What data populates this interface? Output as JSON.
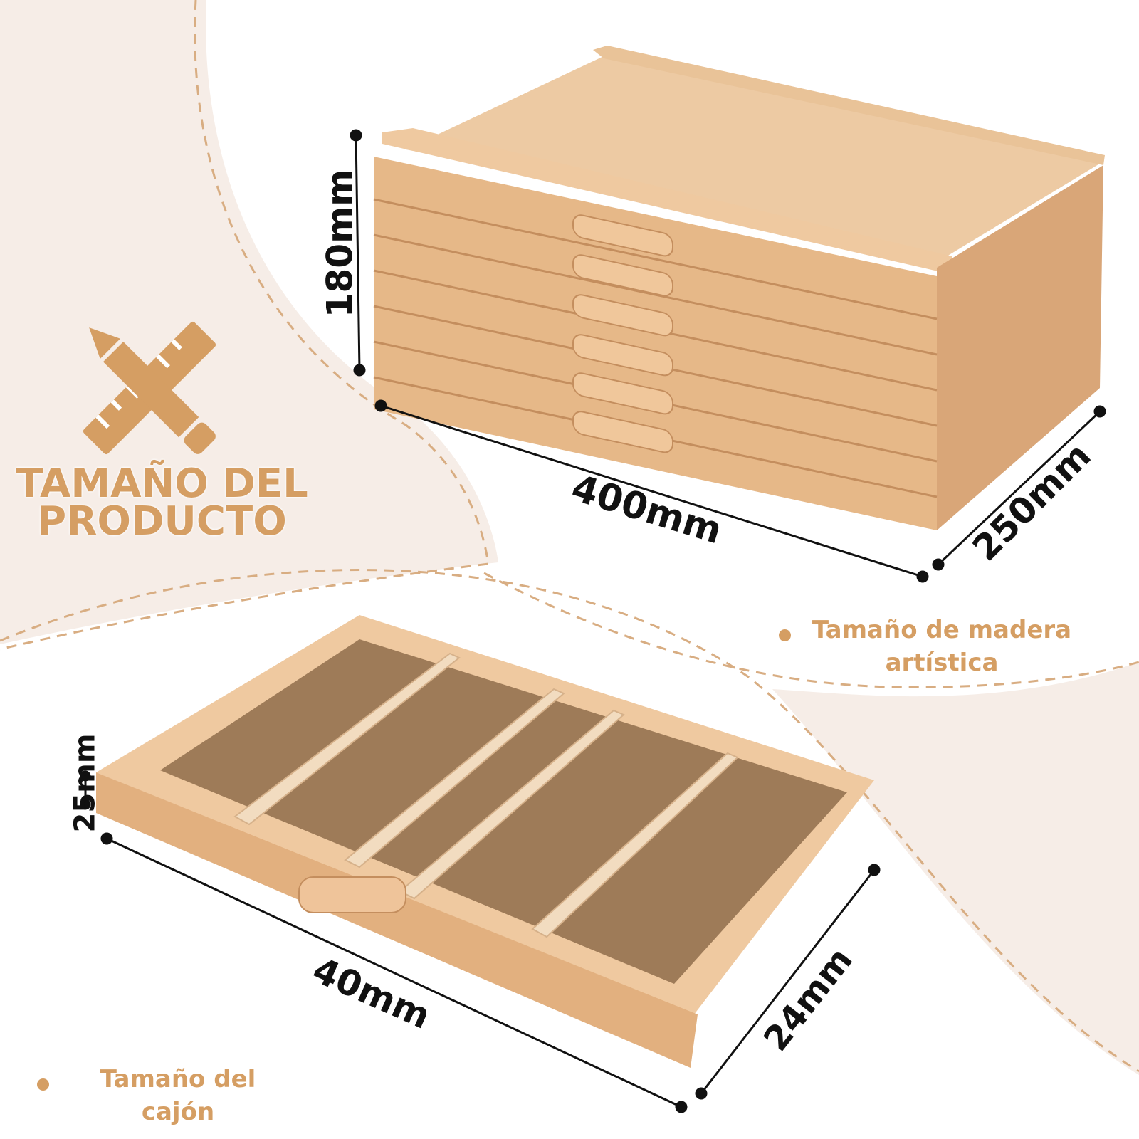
{
  "colors": {
    "accent": "#d59e63",
    "background": "#f6ede7",
    "dashed_line": "#d8ad82",
    "wood_light": "#f2d2ad",
    "wood_mid": "#e6b888",
    "wood_dark": "#c99466",
    "felt": "#9e7b58",
    "dimension_line": "#111111"
  },
  "header": {
    "title_line1": "TAMAÑO DEL",
    "title_line2": "PRODUCTO",
    "icon": "pencil-ruler-icon"
  },
  "cabinet": {
    "height": "180mm",
    "width": "400mm",
    "depth": "250mm",
    "caption_line1": "Tamaño de madera",
    "caption_line2": "artística"
  },
  "drawer": {
    "height": "25mm",
    "width": "40mm",
    "depth": "24mm",
    "caption_line1": "Tamaño del",
    "caption_line2": "cajón"
  }
}
